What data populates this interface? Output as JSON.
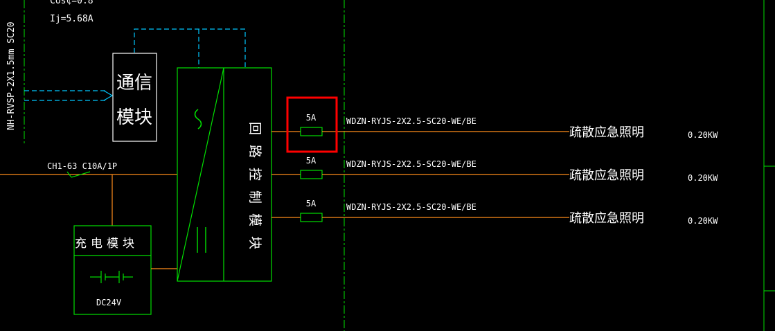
{
  "colors": {
    "background": "#000000",
    "white": "#ffffff",
    "green": "#00e000",
    "cyan": "#00c8ff",
    "orange": "#ff8c1a",
    "highlight": "#ff0000"
  },
  "top_notes": {
    "line1": "Cos¢=0.8",
    "line2": "Ij=5.68A"
  },
  "comm_cable": "NH-RVSP-2X1.5mm SC20",
  "comm_module": {
    "line1": "通信",
    "line2": "模块"
  },
  "input_breaker": "CH1-63 C10A/1P",
  "charge_module": {
    "label": "充电模块",
    "voltage": "DC24V"
  },
  "control_module_label": "回路控制模块",
  "circuits": [
    {
      "fuse": "5A",
      "cable": "WDZN-RYJS-2X2.5-SC20-WE/BE",
      "load": "疏散应急照明",
      "power": "0.20KW",
      "highlighted": true
    },
    {
      "fuse": "5A",
      "cable": "WDZN-RYJS-2X2.5-SC20-WE/BE",
      "load": "疏散应急照明",
      "power": "0.20KW",
      "highlighted": false
    },
    {
      "fuse": "5A",
      "cable": "WDZN-RYJS-2X2.5-SC20-WE/BE",
      "load": "疏散应急照明",
      "power": "0.20KW",
      "highlighted": false
    }
  ]
}
